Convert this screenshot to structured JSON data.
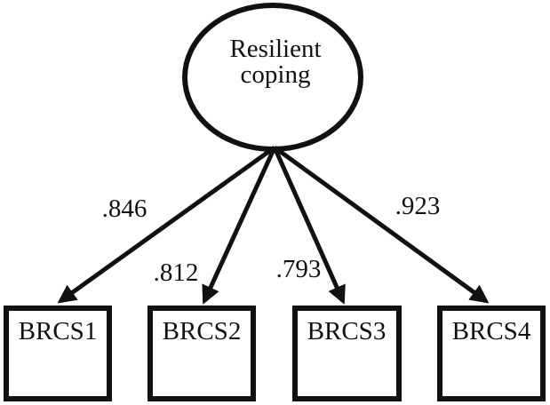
{
  "diagram": {
    "latent": {
      "label": "Resilient coping",
      "label_line1": "Resilient",
      "label_line2": "coping"
    },
    "loadings": [
      ".846",
      ".812",
      ".793",
      ".923"
    ],
    "indicators": [
      "BRCS1",
      "BRCS2",
      "BRCS3",
      "BRCS4"
    ],
    "colors": {
      "ink": "#111111",
      "background": "#ffffff"
    }
  }
}
